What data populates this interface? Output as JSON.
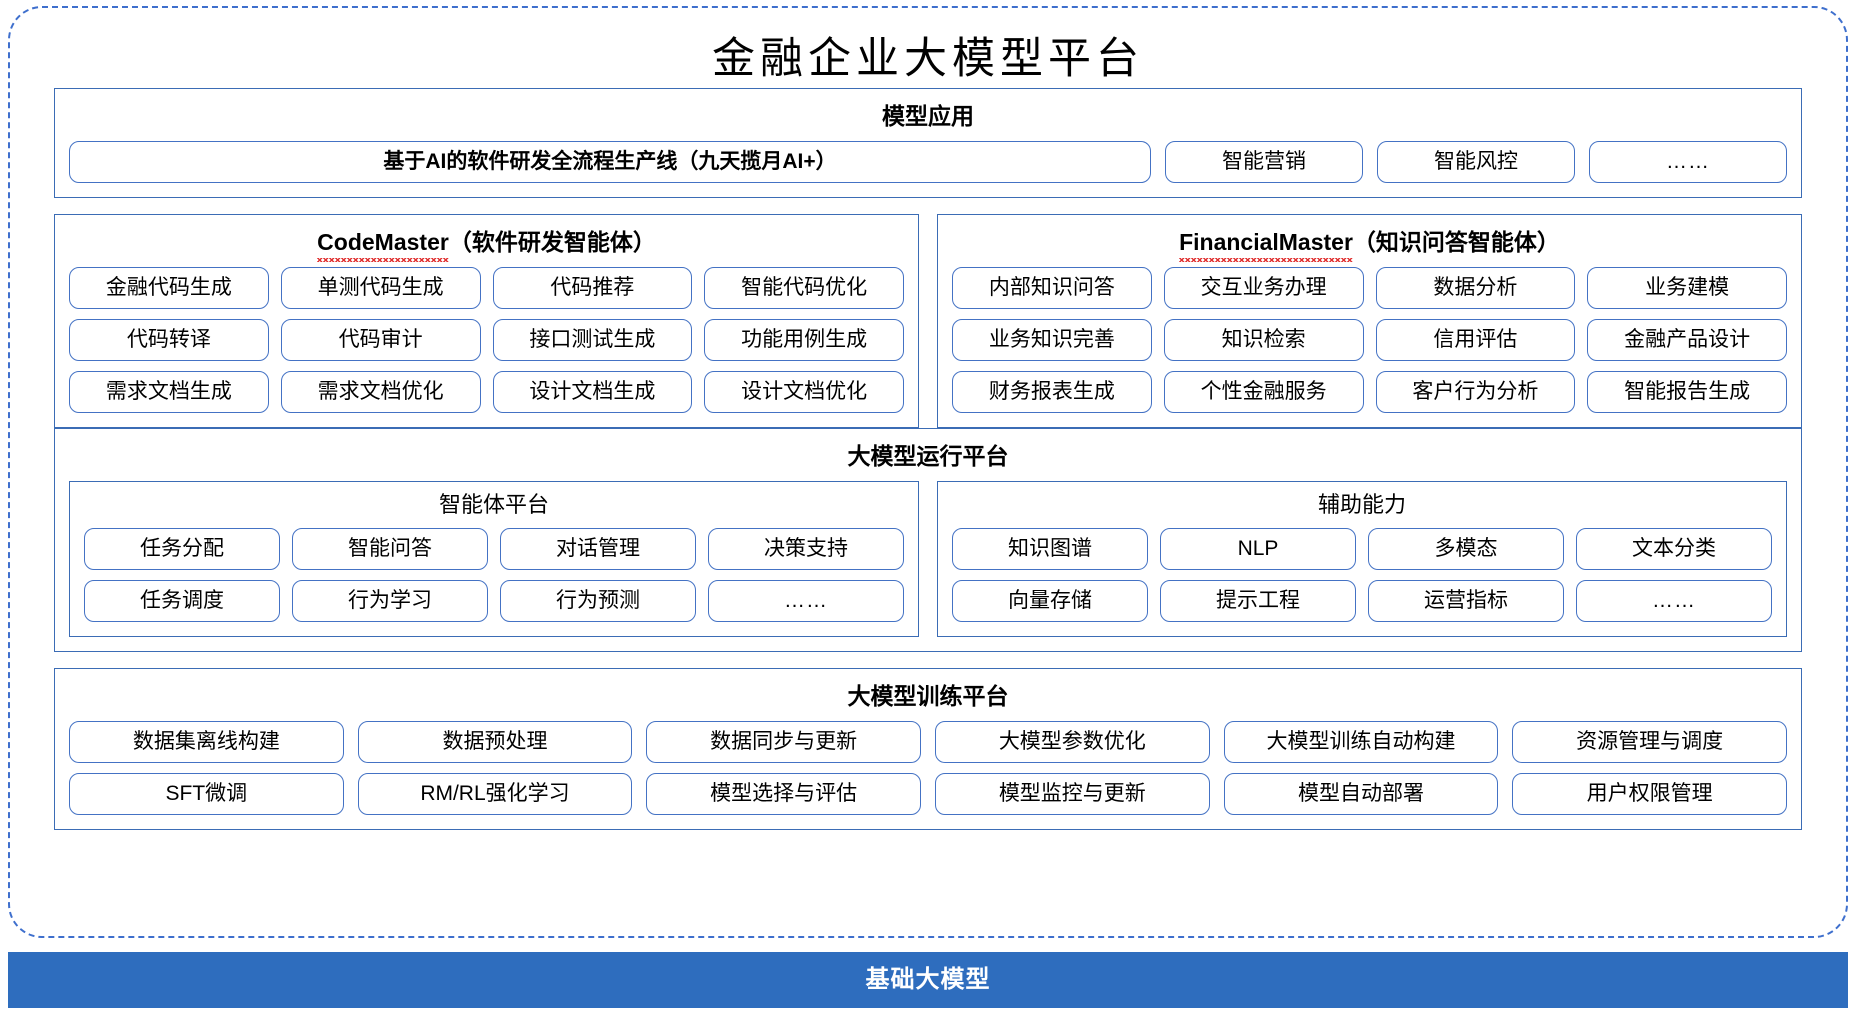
{
  "title": "金融企业大模型平台",
  "sections": [
    {
      "id": "model-application",
      "heading": "模型应用",
      "items": [
        "基于AI的软件研发全流程生产线（九天揽月AI+）",
        "智能营销",
        "智能风控",
        "……"
      ]
    }
  ],
  "agents": [
    {
      "id": "code-master",
      "name_latin": "CodeMaster",
      "name_cn": "（软件研发智能体）",
      "items": [
        "金融代码生成",
        "单测代码生成",
        "代码推荐",
        "智能代码优化",
        "代码转译",
        "代码审计",
        "接口测试生成",
        "功能用例生成",
        "需求文档生成",
        "需求文档优化",
        "设计文档生成",
        "设计文档优化"
      ]
    },
    {
      "id": "financial-master",
      "name_latin": "FinancialMaster",
      "name_cn": "（知识问答智能体）",
      "items": [
        "内部知识问答",
        "交互业务办理",
        "数据分析",
        "业务建模",
        "业务知识完善",
        "知识检索",
        "信用评估",
        "金融产品设计",
        "财务报表生成",
        "个性金融服务",
        "客户行为分析",
        "智能报告生成"
      ]
    }
  ],
  "runtime": {
    "heading": "大模型运行平台",
    "sub_panels": [
      {
        "id": "agent-platform",
        "heading": "智能体平台",
        "items": [
          "任务分配",
          "智能问答",
          "对话管理",
          "决策支持",
          "任务调度",
          "行为学习",
          "行为预测",
          "……"
        ]
      },
      {
        "id": "auxiliary-capability",
        "heading": "辅助能力",
        "items": [
          "知识图谱",
          "NLP",
          "多模态",
          "文本分类",
          "向量存储",
          "提示工程",
          "运营指标",
          "……"
        ]
      }
    ]
  },
  "training": {
    "heading": "大模型训练平台",
    "items": [
      "数据集离线构建",
      "数据预处理",
      "数据同步与更新",
      "大模型参数优化",
      "大模型训练自动构建",
      "资源管理与调度",
      "SFT微调",
      "RM/RL强化学习",
      "模型选择与评估",
      "模型监控与更新",
      "模型自动部署",
      "用户权限管理"
    ]
  },
  "foundation": {
    "label": "基础大模型"
  },
  "colors": {
    "frame_border": "#3e6fcd",
    "panel_border": "#3b6cb5",
    "pill_border": "#4472c4",
    "foundation_bg": "#2e6dbe",
    "spellcheck": "#e03030"
  }
}
